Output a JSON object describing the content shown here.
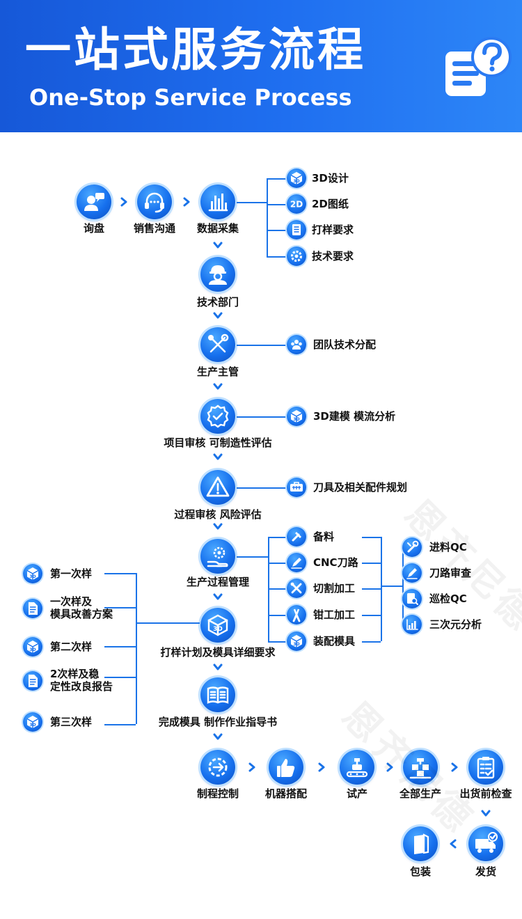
{
  "header": {
    "title": "一站式服务流程",
    "subtitle": "One-Stop Service Process",
    "icon": "document-question-icon"
  },
  "colors": {
    "primary": "#1670ee",
    "line": "#1a73e8",
    "header_start": "#1658d8",
    "header_end": "#2d86f7"
  },
  "top_row": [
    {
      "label": "询盘",
      "icon": "user-chat-icon"
    },
    {
      "label": "销售沟通",
      "icon": "headset-icon"
    },
    {
      "label": "数据采集",
      "icon": "bar-chart-icon"
    }
  ],
  "data_branches": [
    {
      "label": "3D设计",
      "icon": "cube-3d-icon"
    },
    {
      "label": "2D图纸",
      "icon": "2d-icon"
    },
    {
      "label": "打样要求",
      "icon": "checklist-icon"
    },
    {
      "label": "技术要求",
      "icon": "gear-icon"
    }
  ],
  "main_flow": [
    {
      "label": "技术部门",
      "icon": "engineer-icon"
    },
    {
      "label": "生产主管",
      "icon": "tools-icon",
      "branch": "团队技术分配",
      "branch_icon": "team-icon"
    },
    {
      "label": "项目审核 可制造性评估",
      "icon": "badge-check-icon",
      "branch": "3D建模 模流分析",
      "branch_icon": "cube-3d-icon"
    },
    {
      "label": "过程审核 风险评估",
      "icon": "warning-icon",
      "branch": "刀具及相关配件规划",
      "branch_icon": "toolbox-icon"
    },
    {
      "label": "生产过程管理",
      "icon": "hand-gear-icon"
    },
    {
      "label": "打样计划及模具详细要求",
      "icon": "box-3d-icon"
    },
    {
      "label": "完成模具 制作作业指导书",
      "icon": "book-icon"
    }
  ],
  "process_steps": [
    {
      "label": "备料",
      "icon": "hammer-icon"
    },
    {
      "label": "CNC刀路",
      "icon": "pen-icon"
    },
    {
      "label": "切割加工",
      "icon": "cutting-tools-icon"
    },
    {
      "label": "钳工加工",
      "icon": "pliers-icon"
    },
    {
      "label": "装配模具",
      "icon": "cube-3d-icon"
    }
  ],
  "qc_steps": [
    {
      "label": "进料QC",
      "icon": "wrench-icon"
    },
    {
      "label": "刀路审查",
      "icon": "pen-icon"
    },
    {
      "label": "巡检QC",
      "icon": "search-doc-icon"
    },
    {
      "label": "三次元分析",
      "icon": "analysis-chart-icon"
    }
  ],
  "samples": [
    {
      "label": "第一次样",
      "icon": "cube-3d-icon"
    },
    {
      "label": "一次样及\n模具改善方案",
      "icon": "document-icon"
    },
    {
      "label": "第二次样",
      "icon": "cube-3d-icon"
    },
    {
      "label": "2次样及稳\n定性改良报告",
      "icon": "document-icon"
    },
    {
      "label": "第三次样",
      "icon": "cube-3d-icon"
    }
  ],
  "bottom_row": [
    {
      "label": "制程控制",
      "icon": "gear-arrow-icon"
    },
    {
      "label": "机器搭配",
      "icon": "thumbs-up-icon"
    },
    {
      "label": "试产",
      "icon": "conveyor-icon"
    },
    {
      "label": "全部生产",
      "icon": "boxes-icon"
    },
    {
      "label": "出货前检查",
      "icon": "clipboard-check-icon"
    }
  ],
  "final_row": [
    {
      "label": "包装",
      "icon": "package-icon"
    },
    {
      "label": "发货",
      "icon": "truck-icon"
    }
  ],
  "watermark": "恩齐尼德"
}
